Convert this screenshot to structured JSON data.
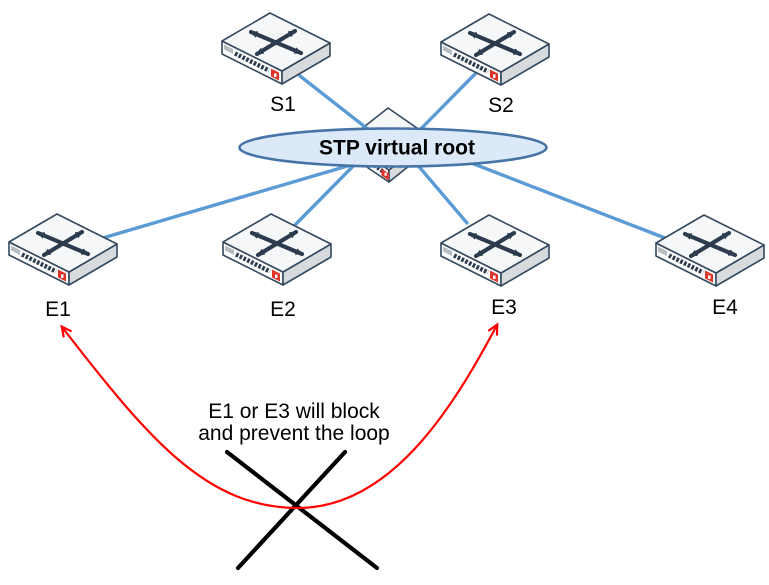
{
  "diagram": {
    "root_label": "STP virtual root",
    "nodes": {
      "s1": "S1",
      "s2": "S2",
      "e1": "E1",
      "e2": "E2",
      "e3": "E3",
      "e4": "E4"
    },
    "annotation": {
      "line1": "E1 or E3 will block",
      "line2": "and prevent the loop"
    },
    "icons": {
      "switch": "network-switch-icon",
      "crossed_arrows": "switching-arrows-icon",
      "block": "block-x-icon"
    },
    "colors": {
      "link_blue": "#5B9BD5",
      "ellipse_fill": "#DBE9F8",
      "ellipse_stroke": "#4674A7",
      "alert_red": "#FF0000",
      "block_mark": "#000000",
      "switch_outline": "#34495E",
      "switch_arrow": "#2C3B4E",
      "badge_red": "#E0352B"
    }
  }
}
